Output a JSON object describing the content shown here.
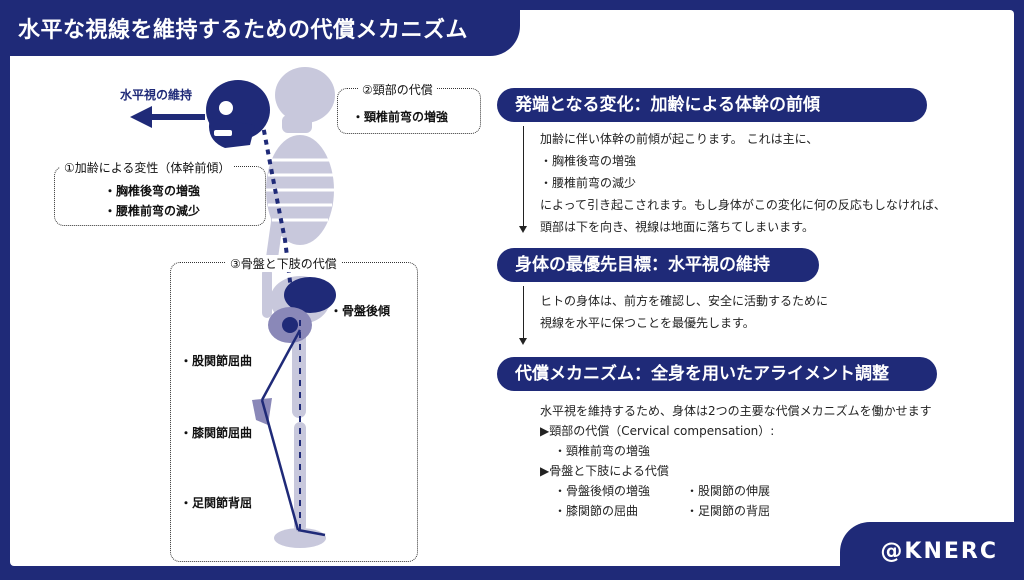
{
  "header": {
    "title": "水平な視線を維持するための代償メカニズム"
  },
  "brand": "@KNERC",
  "diagram": {
    "gaze_label": "水平視の維持",
    "cervical_box": {
      "title": "②頸部の代償",
      "items": [
        "・頸椎前弯の増強"
      ]
    },
    "aging_box": {
      "title": "①加齢による変性（体幹前傾）",
      "items": [
        "・胸椎後弯の増強",
        "・腰椎前弯の減少"
      ]
    },
    "pelvis_box": {
      "title": "③骨盤と下肢の代償",
      "pelvis_label": "・骨盤後傾",
      "hip_label": "・股関節屈曲",
      "knee_label": "・膝関節屈曲",
      "ankle_label": "・足関節背屈"
    }
  },
  "sections": [
    {
      "heading": "発端となる変化：加齢による体幹の前傾",
      "lines": [
        "加齢に伴い体幹の前傾が起こります。 これは主に、",
        "・胸椎後弯の増強",
        "・腰椎前弯の減少",
        "によって引き起こされます。もし身体がこの変化に何の反応もしなければ、",
        "頭部は下を向き、視線は地面に落ちてしまいます。"
      ]
    },
    {
      "heading": "身体の最優先目標：水平視の維持",
      "lines": [
        "ヒトの身体は、前方を確認し、安全に活動するために",
        "視線を水平に保つことを最優先します。"
      ]
    },
    {
      "heading": "代償メカニズム：全身を用いたアライメント調整",
      "intro": "水平視を維持するため、身体は2つの主要な代償メカニズムを働かせます",
      "cervical_title": "▶頸部の代償（Cervical compensation）:",
      "cervical_item": "・頸椎前弯の増強",
      "pelvic_title": "▶骨盤と下肢による代償",
      "pelvic_items": [
        "・骨盤後傾の増強",
        "・股関節の伸展",
        "・膝関節の屈曲",
        "・足関節の背屈"
      ]
    }
  ],
  "colors": {
    "navy": "#1f2a78",
    "bone": "#c8c8dc",
    "highlight": "#8a88b8"
  }
}
